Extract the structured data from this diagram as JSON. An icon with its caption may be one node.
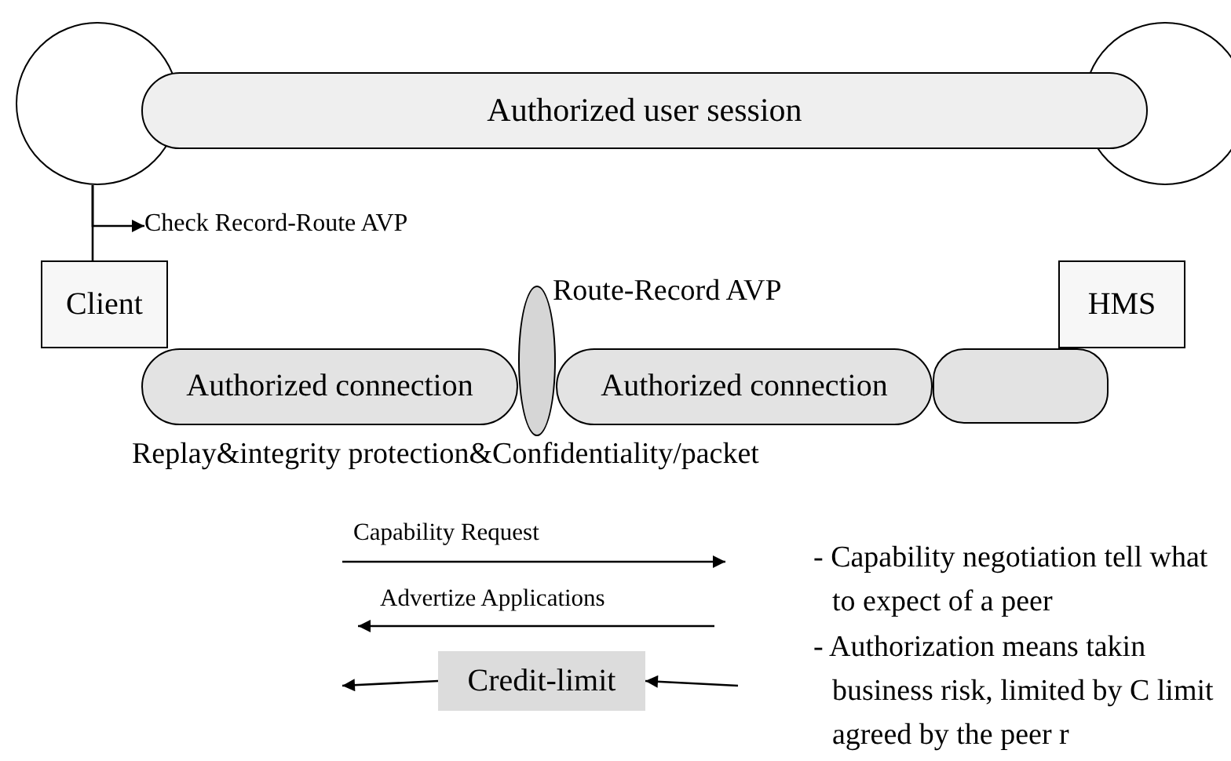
{
  "diagram": {
    "nodes": [
      {
        "text": [],
        "shape": "circle"
      },
      {
        "text": [],
        "shape": "circle"
      },
      {
        "text": [
          "Authorized user session"
        ]
      },
      {
        "text": [
          "Client"
        ]
      },
      {
        "text": [
          "HMS"
        ]
      },
      {
        "text": [
          "Authorized connection"
        ]
      },
      {
        "text": [],
        "shape": "ellipse",
        "beside": [
          "Route-Record AVP"
        ]
      },
      {
        "text": [
          "Authorized connection"
        ]
      },
      {
        "text": [],
        "shape": "box"
      },
      {
        "text": [
          "Credit-limit"
        ]
      },
      {
        "text": [
          "Check Record-Route AVP"
        ]
      }
    ],
    "edges": [
      {
        "from": 0,
        "to": 3,
        "arrow": "none"
      },
      {
        "from": 0,
        "to": 10,
        "arrow": "to"
      },
      {
        "from": null,
        "to": 9,
        "arrow": "to"
      },
      {
        "from": 9,
        "to": null,
        "arrow": "to"
      }
    ],
    "labels": [
      "Replay&integrity protection&Confidentiality/packet",
      "Capability Request",
      "Advertize Applications",
      "- Capability negotiation tell what to expect of a peer",
      "- Authorization means takin business risk, limited by C limit agreed by the peer r"
    ]
  }
}
